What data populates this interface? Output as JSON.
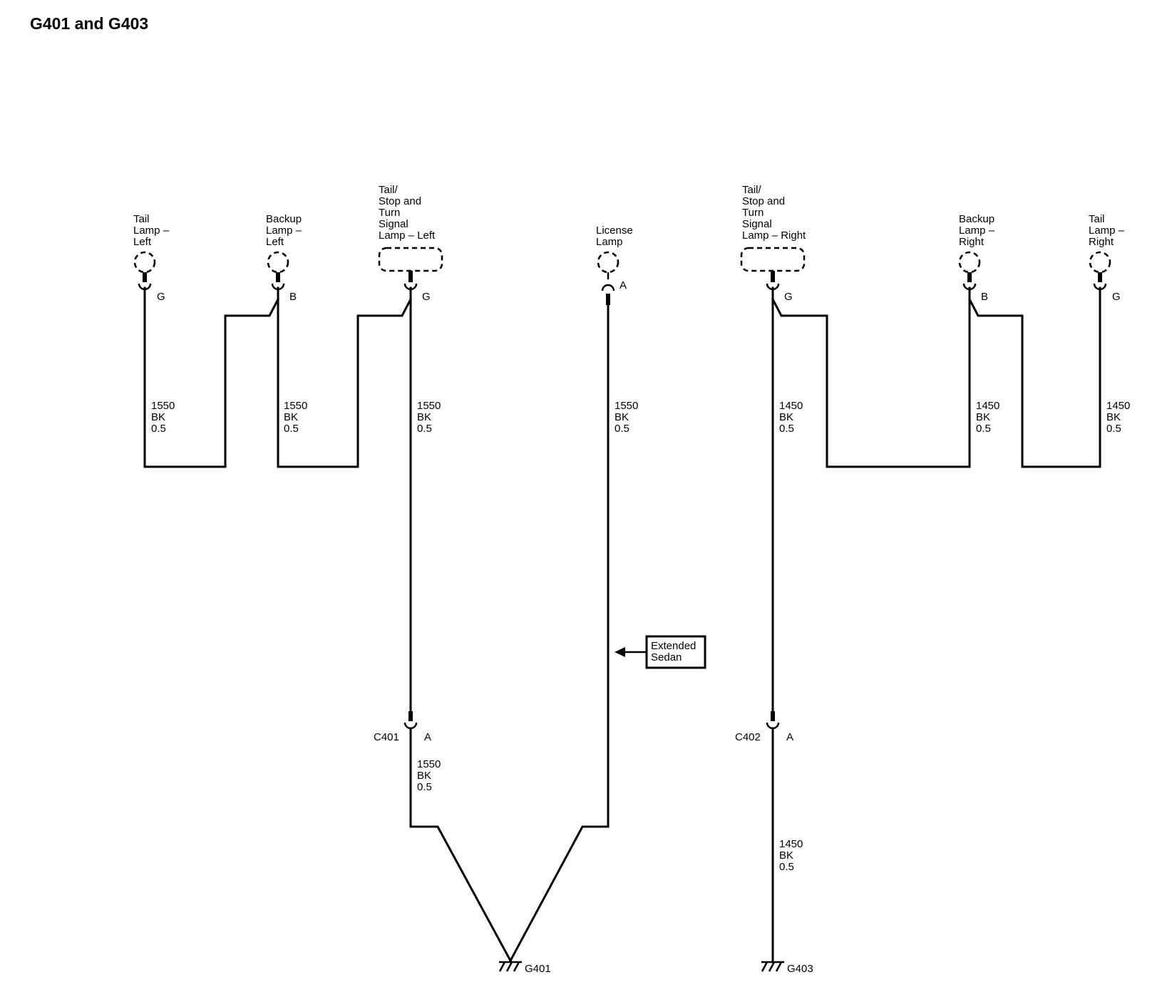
{
  "title": "G401 and G403",
  "components": {
    "tail_lamp_left": [
      "Tail",
      "Lamp –",
      "Left"
    ],
    "backup_lamp_left": [
      "Backup",
      "Lamp –",
      "Left"
    ],
    "tstl_left": [
      "Tail/",
      "Stop and",
      "Turn",
      "Signal",
      "Lamp – Left"
    ],
    "license_lamp": [
      "License",
      "Lamp"
    ],
    "tstl_right": [
      "Tail/",
      "Stop and",
      "Turn",
      "Signal",
      "Lamp – Right"
    ],
    "backup_lamp_right": [
      "Backup",
      "Lamp –",
      "Right"
    ],
    "tail_lamp_right": [
      "Tail",
      "Lamp –",
      "Right"
    ]
  },
  "pins": {
    "tail_left": "G",
    "backup_left": "B",
    "tstl_left": "G",
    "license": "A",
    "tstl_right": "G",
    "backup_right": "B",
    "tail_right": "G",
    "c401": "A",
    "c402": "A"
  },
  "connectors": {
    "c401": "C401",
    "c402": "C402"
  },
  "wires": {
    "w1": [
      "1550",
      "BK",
      "0.5"
    ],
    "w2": [
      "1550",
      "BK",
      "0.5"
    ],
    "w3": [
      "1550",
      "BK",
      "0.5"
    ],
    "w4": [
      "1550",
      "BK",
      "0.5"
    ],
    "w5": [
      "1450",
      "BK",
      "0.5"
    ],
    "w6": [
      "1450",
      "BK",
      "0.5"
    ],
    "w7": [
      "1450",
      "BK",
      "0.5"
    ],
    "w8": [
      "1550",
      "BK",
      "0.5"
    ],
    "w9": [
      "1450",
      "BK",
      "0.5"
    ]
  },
  "option_box": [
    "Extended",
    "Sedan"
  ],
  "grounds": {
    "g401": "G401",
    "g403": "G403"
  }
}
